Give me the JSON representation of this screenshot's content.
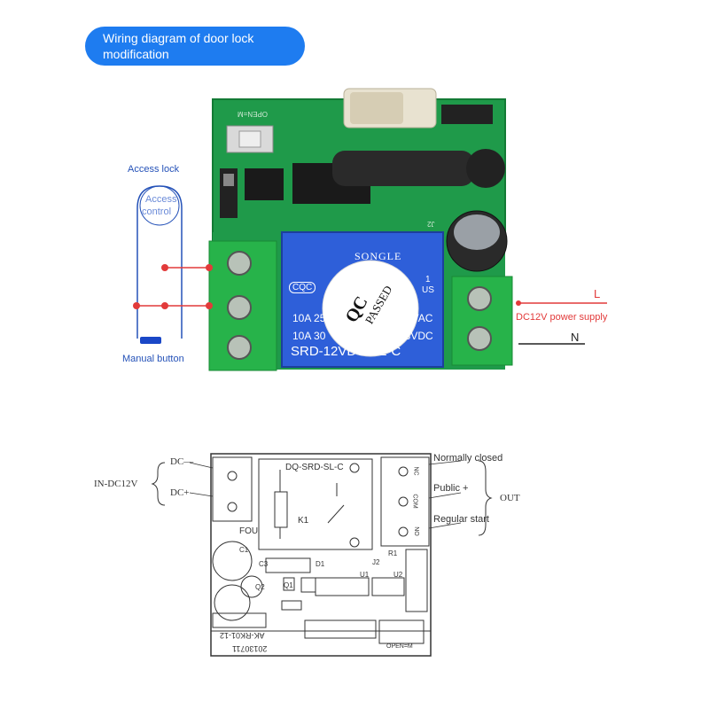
{
  "header": {
    "title_line1": "Wiring diagram of door lock",
    "title_line2": "modification"
  },
  "photo": {
    "labels": {
      "access_lock": "Access lock",
      "access_control_1": "Access",
      "access_control_2": "control",
      "manual_button": "Manual button",
      "L": "L",
      "power_supply": "DC12V power supply",
      "N": "N"
    },
    "relay": {
      "brand": "SONGLE",
      "cqc": "CQC",
      "rating1": "10A 25",
      "rating1_end": "5VAC",
      "rating2": "10A 30",
      "rating2_end": "28VDC",
      "model": "SRD-12VDC-SL-C",
      "us_1": "1",
      "us": "US"
    },
    "qc_sticker": {
      "qc": "QC",
      "passed": "PASSED"
    },
    "board_text": {
      "open": "OPEN=M",
      "j2": "J2"
    }
  },
  "schematic": {
    "labels": {
      "dc_minus": "DC—",
      "dc_plus": "DC+",
      "in_dc12v": "IN-DC12V",
      "normally_closed": "Normally closed",
      "public_plus": "Public +",
      "regular_start": "Regular start",
      "out": "OUT",
      "relay_model": "DQ-SRD-SL-C",
      "k1": "K1",
      "fou": "FOU",
      "c1": "C1",
      "c3": "C3",
      "d1": "D1",
      "q1": "Q1",
      "q2": "Q2",
      "u1": "U1",
      "u2": "U2",
      "r1": "R1",
      "j2": "J2",
      "nc": "NC",
      "com": "COM",
      "no": "NO",
      "board_id": "AK-RK01-12",
      "date": "20130711",
      "open": "OPEN=M"
    }
  }
}
